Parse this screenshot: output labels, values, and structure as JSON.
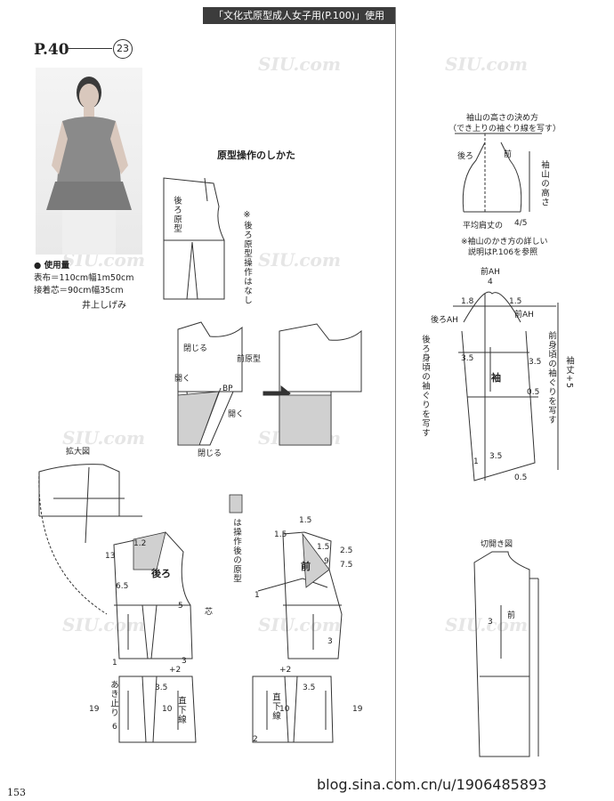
{
  "header": {
    "label": "「文化式原型成人女子用(P.100)」使用"
  },
  "page_ref": "P.40",
  "pattern_number": "23",
  "usage": {
    "title": "● 使用量",
    "fabric": "表布＝110cm幅1m50cm",
    "interfacing": "接着芯＝90cm幅35cm",
    "author": "井上しげみ"
  },
  "left": {
    "section_title": "原型操作のしかた",
    "back_pattern": "後ろ原型",
    "no_back_operation": "※後ろ原型操作はなし",
    "close_label": "閉じる",
    "open_label": "開く",
    "front_pattern": "前原型",
    "bp": "BP",
    "close_label_2": "閉じる",
    "open_label_2": "開く",
    "enlarge": "拡大図",
    "after_operation_note": "は操作後の原型",
    "back": "後ろ",
    "front": "前",
    "core": "芯",
    "placket": "あき止り",
    "straight_grain": "直下線",
    "plus2": "+2",
    "measures": {
      "m1_2": "1.2",
      "m13": "13",
      "m6_5": "6.5",
      "m5": "5",
      "m1": "1",
      "m19": "19",
      "m6": "6",
      "m3": "3",
      "m3_5": "3.5",
      "m1_5": "1.5",
      "m2_5": "2.5",
      "m7_5": "7.5",
      "m9": "9",
      "m10": "10",
      "m2": "2"
    }
  },
  "right": {
    "sleeve_cap_title": "袖山の高さの決め方",
    "sleeve_cap_sub": "（でき上りの袖ぐり線を写す）",
    "back_short": "後ろ",
    "front_short": "前",
    "cap_height": "袖山の高さ",
    "avg_shoulder": "平均肩丈の",
    "fraction": "4/5",
    "cap_detail": "※袖山のかき方の詳しい",
    "cap_detail_2": "説明はP.106を参照",
    "front_ah_over_4": "前AH",
    "denom_4": "4",
    "back_ah": "後ろAH",
    "front_ah": "前AH",
    "sleeve": "袖",
    "sleeve_length": "袖丈+5",
    "copy_back": "後ろ身頃の袖ぐりを写す",
    "copy_front": "前身頃の袖ぐりを写す",
    "slash_title": "切開き図",
    "front_label": "前",
    "values": {
      "v1_8": "1.8",
      "v1_5": "1.5",
      "v3_5": "3.5",
      "v0_5": "0.5",
      "v1": "1",
      "v3": "3"
    }
  },
  "footer": {
    "text": "blog.sina.com.cn/u/1906485893",
    "page_number": "153"
  }
}
